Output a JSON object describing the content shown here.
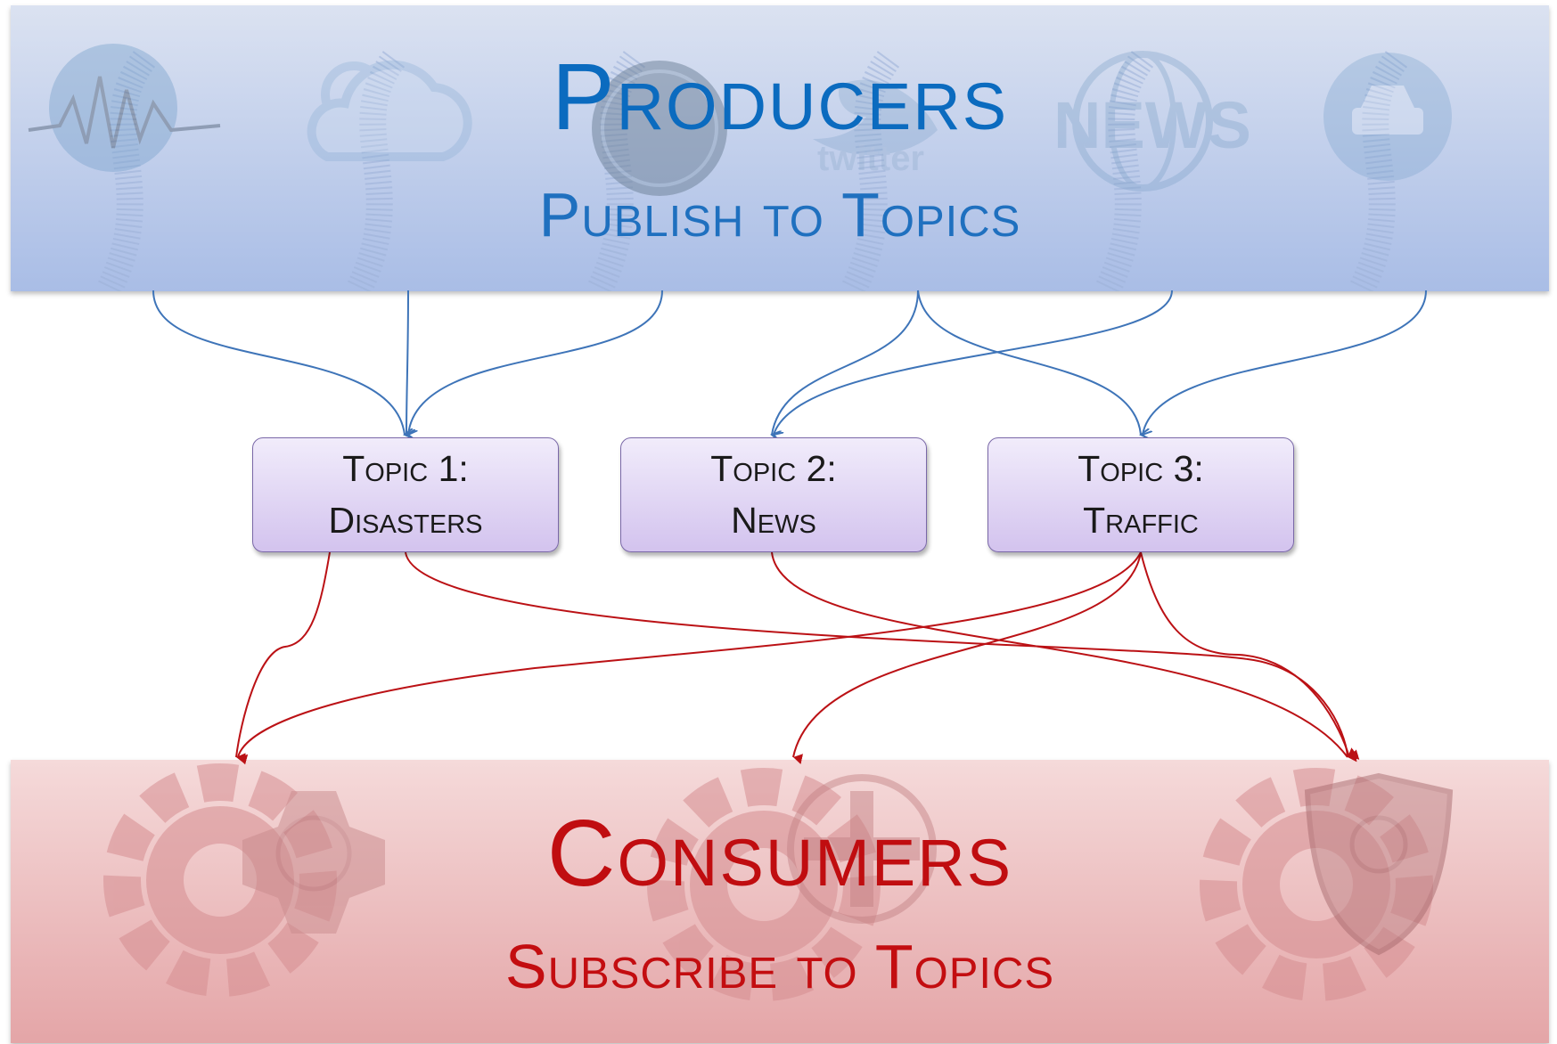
{
  "producers": {
    "title": "Producers",
    "subtitle": "Publish to Topics",
    "icons": [
      "earthquake-globe-icon",
      "weather-cloud-icon",
      "phone-icon",
      "twitter-bird-icon",
      "news-globe-icon",
      "car-icon"
    ],
    "color": "#0b6bbf"
  },
  "topics": [
    {
      "line1": "Topic 1:",
      "line2": "Disasters"
    },
    {
      "line1": "Topic 2:",
      "line2": "News"
    },
    {
      "line1": "Topic 3:",
      "line2": "Traffic"
    }
  ],
  "consumers": {
    "title": "Consumers",
    "subtitle": "Subscribe to Topics",
    "icons": [
      "fire-dept-gear-icon",
      "medical-cross-gear-icon",
      "police-badge-gear-icon"
    ],
    "color": "#c00d10"
  },
  "colors": {
    "producer_arrow": "#3e74b8",
    "consumer_arrow": "#bb1115",
    "topic_border": "#7a68a8"
  }
}
